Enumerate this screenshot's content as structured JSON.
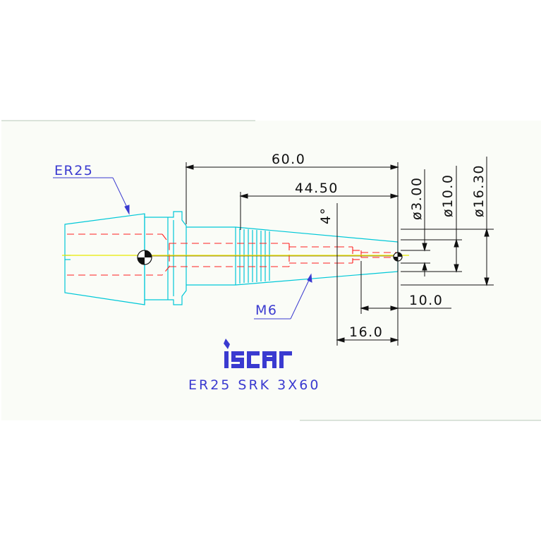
{
  "drawing": {
    "part_label": "ER25",
    "thread_label": "M6",
    "model_name": "ER25 SRK 3X60",
    "logo_text": "iscar",
    "dimensions": {
      "overall_length": "60.0",
      "taper_length": "44.50",
      "thread_depth": "16.0",
      "tip_length": "10.0",
      "angle": "4°",
      "dia_small": "ø3.00",
      "dia_mid": "ø10.0",
      "dia_large": "ø16.30"
    }
  },
  "colors": {
    "background": "#ffffff",
    "panel": "#fafcf7",
    "outline": "#00c8d8",
    "hidden_lines": "#ff2020",
    "centerline": "#e8e800",
    "dimension": "#111111",
    "label": "#3a3ad0"
  }
}
